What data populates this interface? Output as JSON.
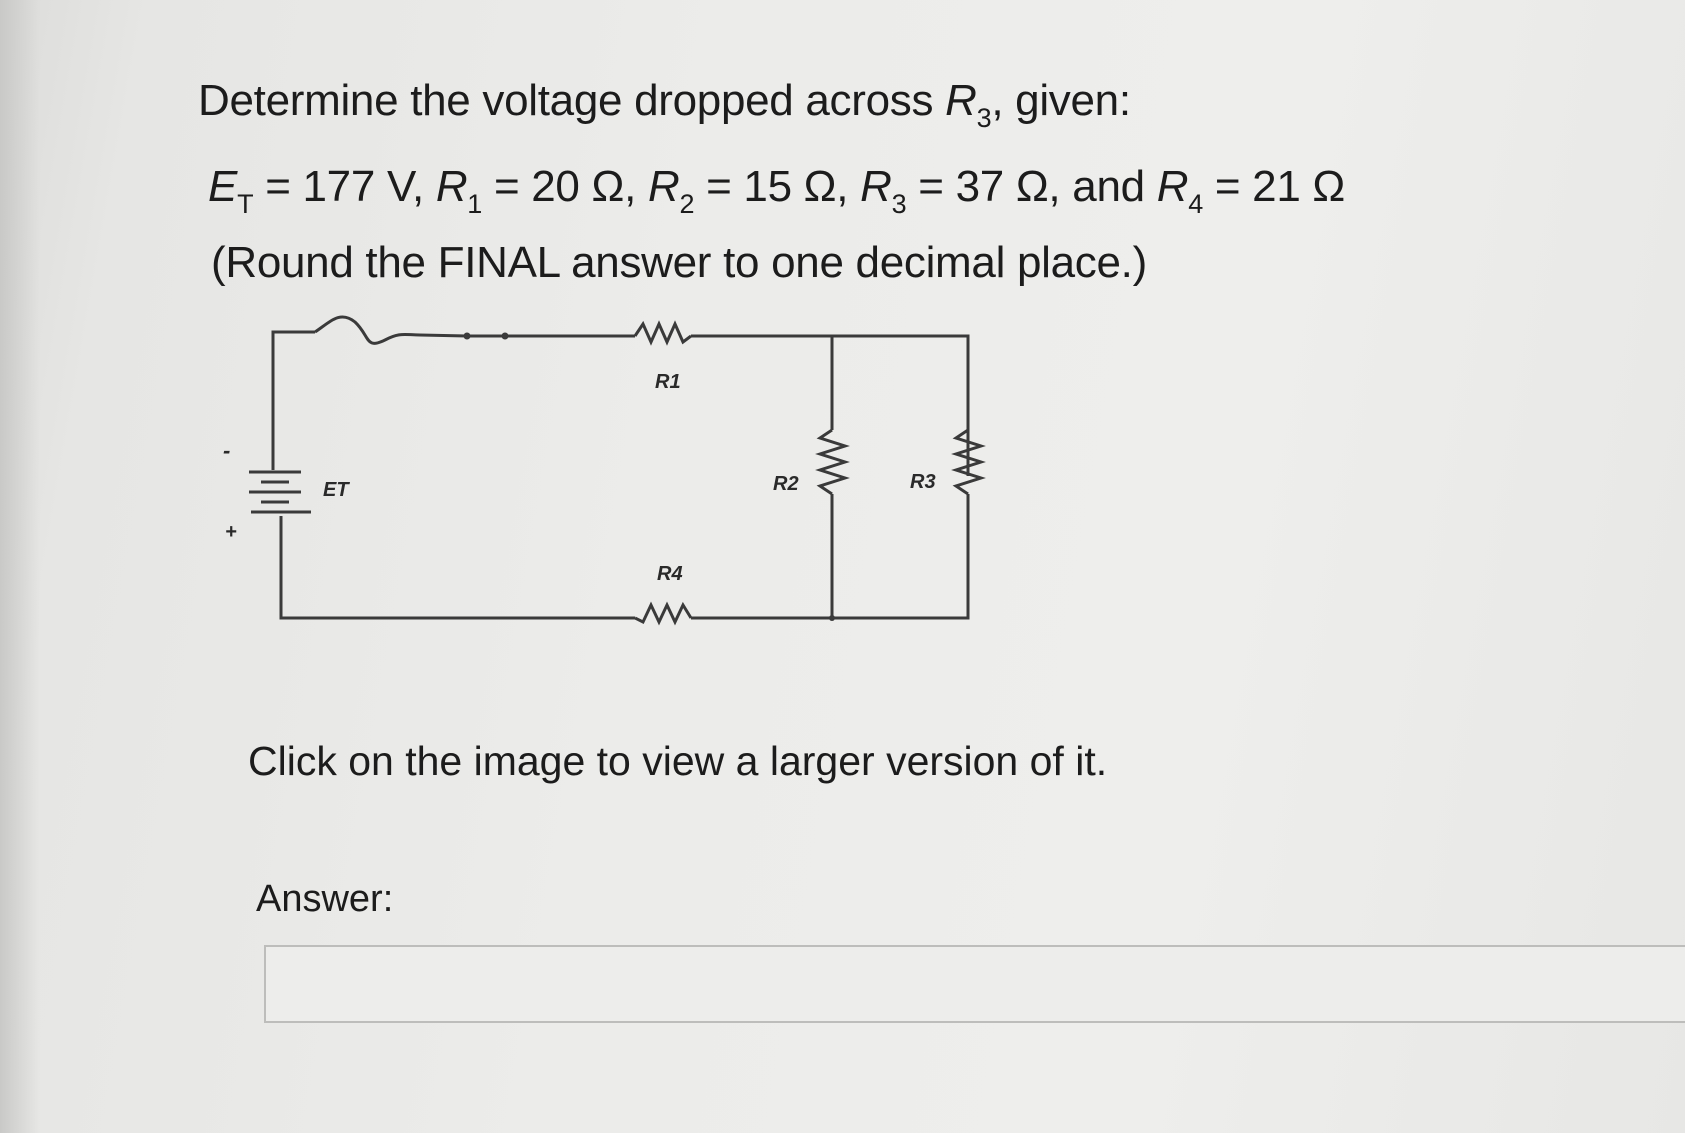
{
  "question": {
    "line1_prefix": "Determine the voltage dropped across ",
    "line1_var": "R",
    "line1_sub": "3",
    "line1_suffix": ", given:",
    "givens": [
      {
        "var": "E",
        "sub": "T",
        "value": " = 177 V, "
      },
      {
        "var": "R",
        "sub": "1",
        "value": " = 20 Ω, "
      },
      {
        "var": "R",
        "sub": "2",
        "value": " = 15 Ω, "
      },
      {
        "var": "R",
        "sub": "3",
        "value": " = 37 Ω, and "
      },
      {
        "var": "R",
        "sub": "4",
        "value": " = 21 Ω"
      }
    ],
    "rounding_note": "(Round the FINAL answer to one decimal place.)"
  },
  "circuit": {
    "labels": {
      "source": "ET",
      "r1": "R1",
      "r2": "R2",
      "r3": "R3",
      "r4": "R4",
      "minus": "-",
      "plus": "+"
    },
    "wire_color": "#3a3a3a"
  },
  "click_hint": "Click on the image to view a larger version of it.",
  "answer": {
    "label": "Answer:",
    "value": ""
  }
}
